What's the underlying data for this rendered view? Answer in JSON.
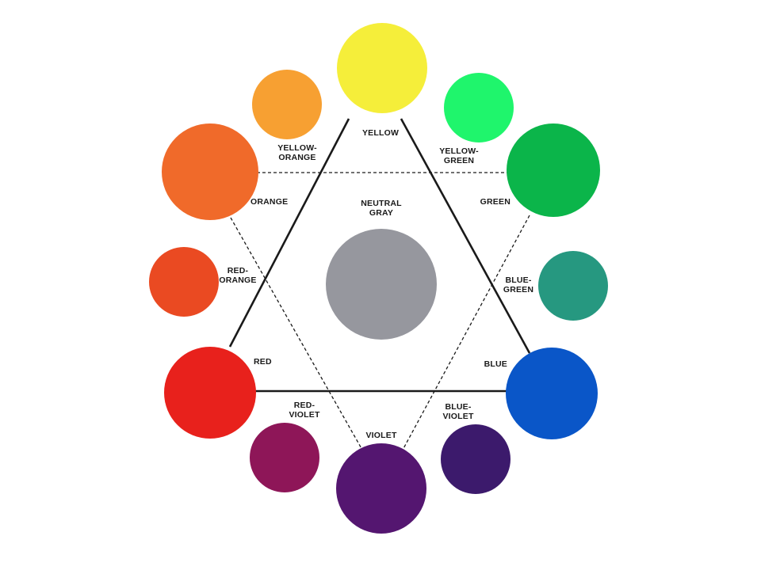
{
  "colors": [
    {
      "id": "yellow",
      "lines": [
        "YELLOW"
      ],
      "hex": "#f5ee3a",
      "primary": true
    },
    {
      "id": "yellow-orange",
      "lines": [
        "YELLOW-",
        "ORANGE"
      ],
      "hex": "#f7a032",
      "primary": false
    },
    {
      "id": "yellow-green",
      "lines": [
        "YELLOW-",
        "GREEN"
      ],
      "hex": "#1ff56c",
      "primary": false
    },
    {
      "id": "orange",
      "lines": [
        "ORANGE"
      ],
      "hex": "#f06a2a",
      "primary": false
    },
    {
      "id": "green",
      "lines": [
        "GREEN"
      ],
      "hex": "#0bb54a",
      "primary": false
    },
    {
      "id": "red-orange",
      "lines": [
        "RED-",
        "ORANGE"
      ],
      "hex": "#ea4a22",
      "primary": false
    },
    {
      "id": "blue-green",
      "lines": [
        "BLUE-",
        "GREEN"
      ],
      "hex": "#269880",
      "primary": false
    },
    {
      "id": "red",
      "lines": [
        "RED"
      ],
      "hex": "#e8211c",
      "primary": true
    },
    {
      "id": "blue",
      "lines": [
        "BLUE"
      ],
      "hex": "#0a56c8",
      "primary": true
    },
    {
      "id": "red-violet",
      "lines": [
        "RED-",
        "VIOLET"
      ],
      "hex": "#8e1658",
      "primary": false
    },
    {
      "id": "blue-violet",
      "lines": [
        "BLUE-",
        "VIOLET"
      ],
      "hex": "#3c1a6c",
      "primary": false
    },
    {
      "id": "violet",
      "lines": [
        "VIOLET"
      ],
      "hex": "#541670",
      "primary": false
    }
  ],
  "center": {
    "lines": [
      "NEUTRAL",
      "GRAY"
    ],
    "hex": "#96979e"
  }
}
